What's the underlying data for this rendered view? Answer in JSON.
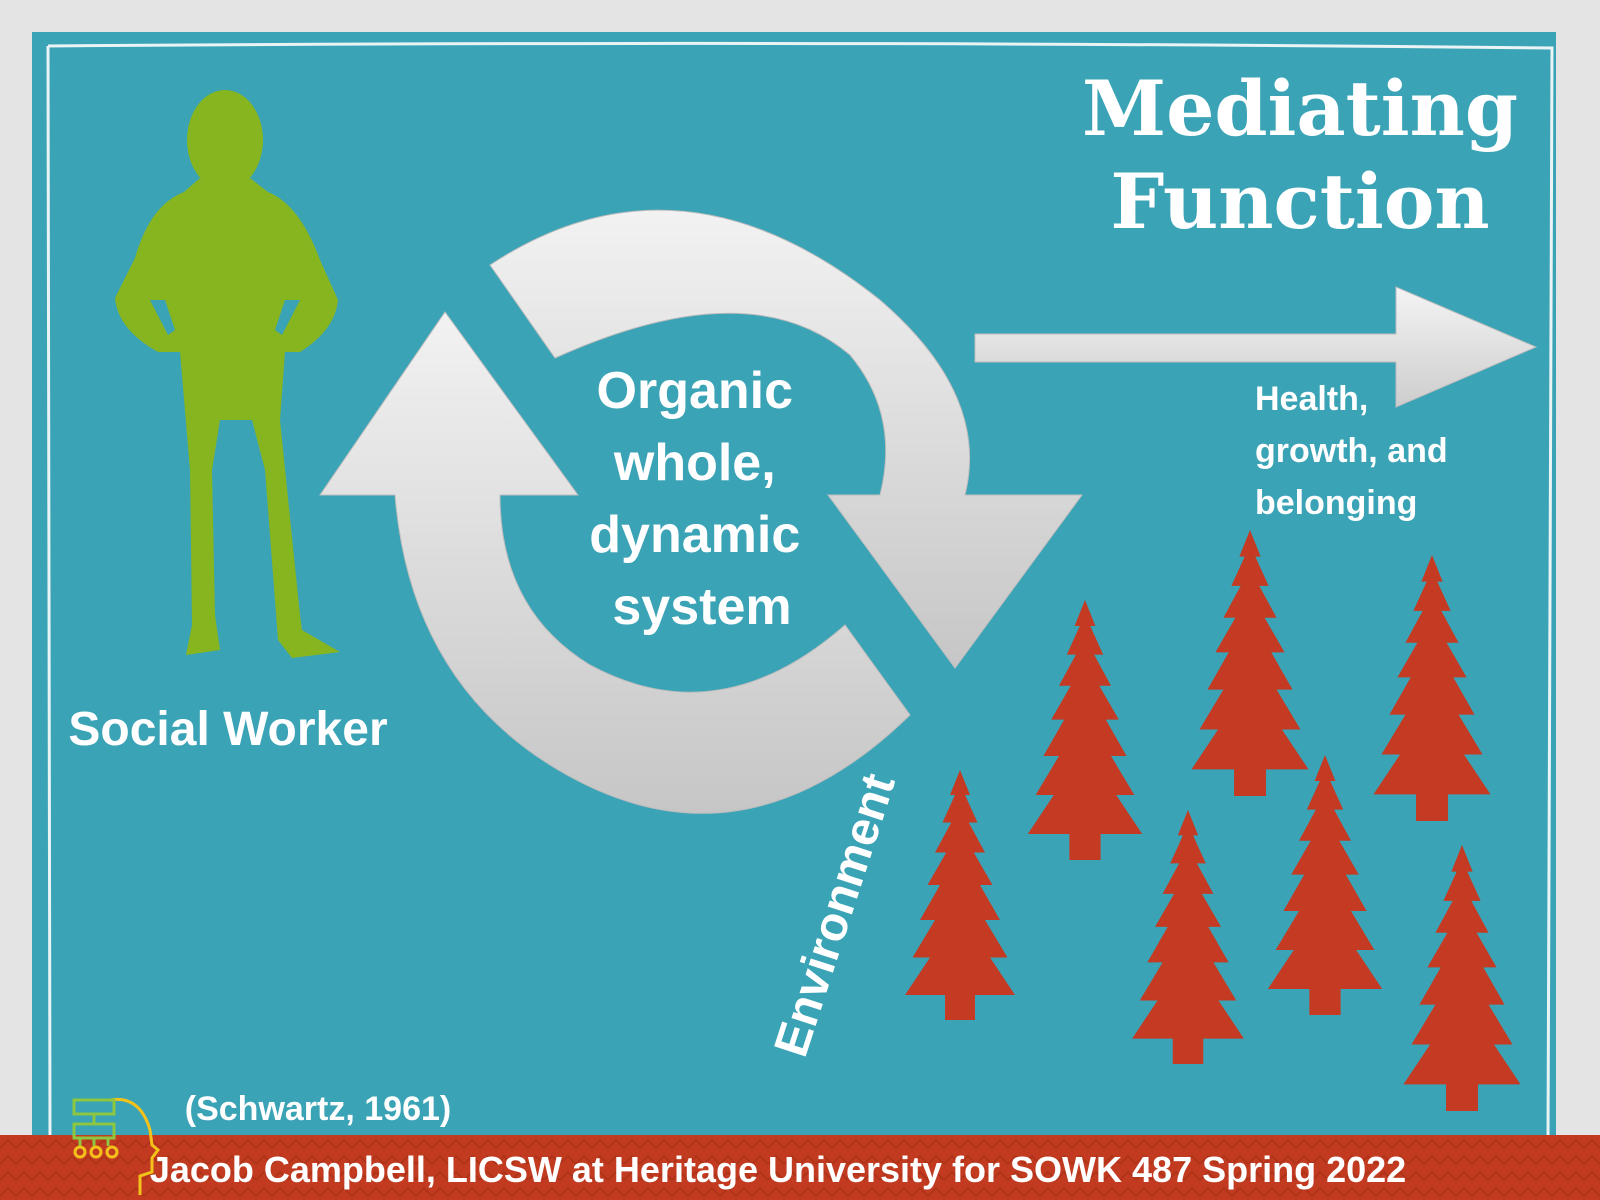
{
  "slide": {
    "title_line1": "Mediating",
    "title_line2": "Function",
    "person_label": "Social Worker",
    "cycle_text": [
      "Organic",
      "whole,",
      "dynamic",
      "system"
    ],
    "outcome_text": [
      "Health,",
      "growth, and",
      "belonging"
    ],
    "environment_label": "Environment",
    "citation": "(Schwartz, 1961)",
    "footer": "Jacob Campbell, LICSW at Heritage University for SOWK 487 Spring 2022"
  },
  "colors": {
    "teal_background": "#3aa3b6",
    "person_green": "#86b51f",
    "tree_red": "#c53a22",
    "footer_red": "#c23b20",
    "arrow_light": "#ececec",
    "arrow_dark": "#c9c9c9"
  },
  "icons": {
    "person": "woman-silhouette-icon",
    "cycle": "circular-arrows-icon",
    "outcome": "right-arrow-icon",
    "environment": "pine-tree-icon",
    "logo": "brain-network-logo-icon"
  }
}
